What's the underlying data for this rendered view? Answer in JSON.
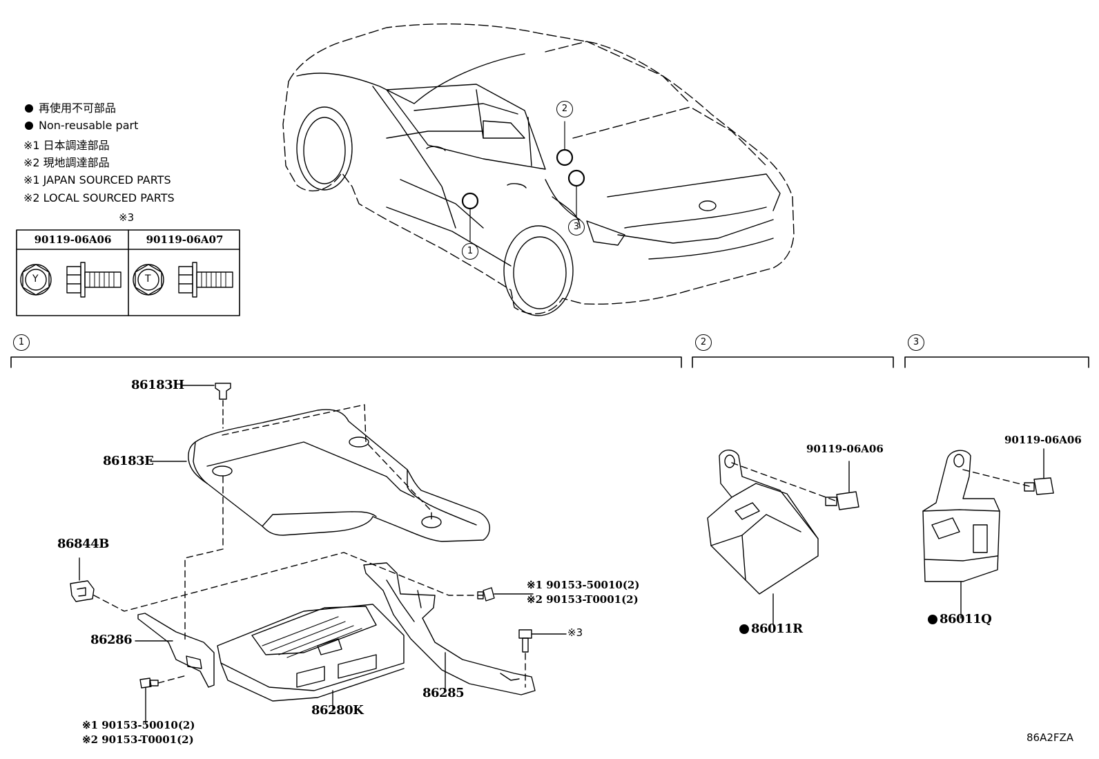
{
  "legend": {
    "line1": "再使用不可部品",
    "line2": "Non-reusable part",
    "line3": "※1  日本調達部品",
    "line4": "※2  現地調達部品",
    "line5": "※1  JAPAN SOURCED PARTS",
    "line6": "※2  LOCAL SOURCED PARTS"
  },
  "bolt_table": {
    "note": "※3",
    "col1": "90119-06A06",
    "col1_mark": "Y",
    "col2": "90119-06A07",
    "col2_mark": "T"
  },
  "callouts": [
    "1",
    "2",
    "3"
  ],
  "parts": {
    "p86183H": "86183H",
    "p86183E": "86183E",
    "p86844B": "86844B",
    "p86286": "86286",
    "p86280K": "86280K",
    "p86285": "86285",
    "p86011R": "86011R",
    "p86011Q": "86011Q",
    "bolt_r_label": "90119-06A06",
    "bolt_q_label": "90119-06A06",
    "screw_top_1": "※1 90153-50010(2)",
    "screw_top_2": "※2 90153-T0001(2)",
    "screw_bot_1": "※1 90153-50010(2)",
    "screw_bot_2": "※2 90153-T0001(2)",
    "ref3": "※3"
  },
  "diagram_code": "86A2FZA"
}
